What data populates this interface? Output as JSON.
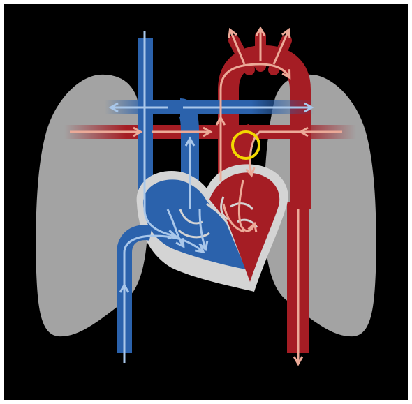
{
  "diagram": {
    "labels": [],
    "colors": {
      "frame": "#ffffff",
      "background": "#000000",
      "lung": "#a3a3a3",
      "deoxygenated_blood": "#2b62ac",
      "deoxygenated_dark": "#1d4c91",
      "oxygenated_blood": "#a51d24",
      "oxygenated_dark": "#8a1519",
      "blue_flow_arrow": "#a9c7ea",
      "red_flow_arrow": "#ecaa98",
      "heart_outline": "#d4d4d4",
      "highlight_ring": "#f2d800"
    },
    "parts": [
      "left-lung",
      "right-lung",
      "superior-vena-cava",
      "inferior-vena-cava",
      "pulmonary-artery-left-branch",
      "pulmonary-artery-right-branch",
      "pulmonary-vein-left",
      "pulmonary-vein-right",
      "aortic-arch",
      "descending-aorta",
      "right-heart",
      "left-heart",
      "ductus-arteriosus-highlight"
    ]
  }
}
